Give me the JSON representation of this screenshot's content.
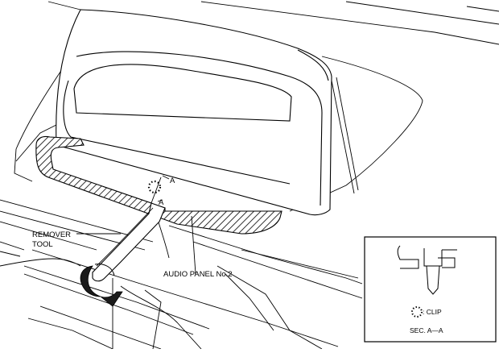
{
  "labels": {
    "section_marker_top": "A",
    "section_marker_bottom": "A",
    "remover_tool_line1": "REMOVER",
    "remover_tool_line2": "TOOL",
    "audio_panel": "AUDIO PANEL No.2"
  },
  "inset": {
    "clip_legend": ": CLIP",
    "section_title": "SEC. A—A"
  },
  "icons": {
    "clip": "dotted-circle-icon",
    "rotation": "curved-arrow-icon"
  },
  "colors": {
    "line": "#000000",
    "background": "#ffffff",
    "arrow_fill": "#1a1a1a"
  }
}
